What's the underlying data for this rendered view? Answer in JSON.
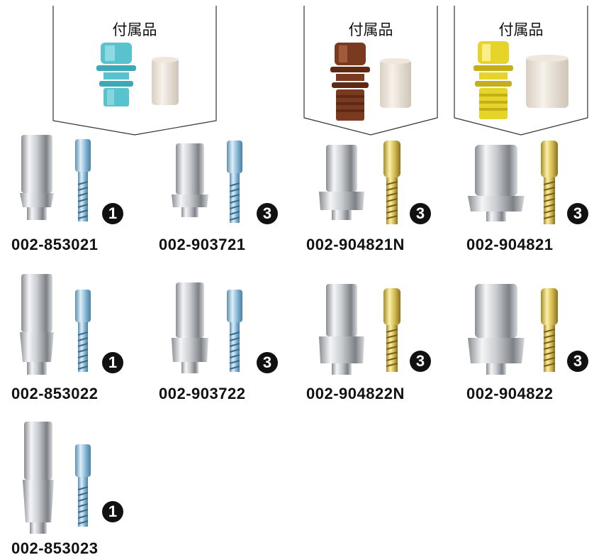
{
  "accessories": [
    {
      "title": "付属品",
      "color": "#58c3cf"
    },
    {
      "title": "付属品",
      "color": "#7a3a1f"
    },
    {
      "title": "付属品",
      "color": "#e6d42a"
    }
  ],
  "products": [
    {
      "code": "002-853021",
      "badge": "1",
      "screw": "blue",
      "abutment": "short"
    },
    {
      "code": "002-903721",
      "badge": "3",
      "screw": "blue",
      "abutment": "slim"
    },
    {
      "code": "002-904821N",
      "badge": "3",
      "screw": "gold",
      "abutment": "wide-short"
    },
    {
      "code": "002-904821",
      "badge": "3",
      "screw": "gold",
      "abutment": "wider-short"
    },
    {
      "code": "002-853022",
      "badge": "1",
      "screw": "blue",
      "abutment": "medium"
    },
    {
      "code": "002-903722",
      "badge": "3",
      "screw": "blue",
      "abutment": "slim-medium"
    },
    {
      "code": "002-904822N",
      "badge": "3",
      "screw": "gold",
      "abutment": "wide-medium"
    },
    {
      "code": "002-904822",
      "badge": "3",
      "screw": "gold",
      "abutment": "wider-medium"
    },
    {
      "code": "002-853023",
      "badge": "1",
      "screw": "blue",
      "abutment": "tall"
    }
  ]
}
